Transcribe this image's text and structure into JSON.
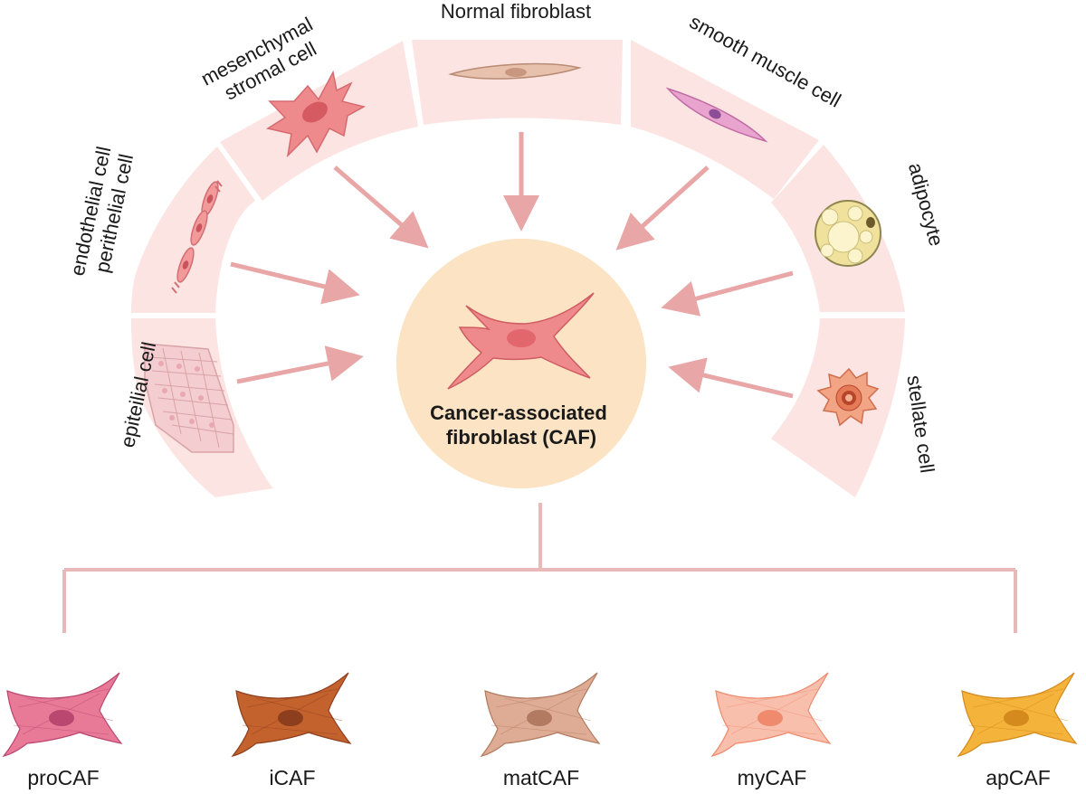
{
  "colors": {
    "panel": "#fbe4e2",
    "arrow": "#e8a6a6",
    "connector": "#e9b9b9",
    "center_disc": "#fbe3c4",
    "caf_cell": "#ef8a8c",
    "caf_nucleus": "#e2676c"
  },
  "sources": [
    {
      "id": "epithelial",
      "label": "epiteilial cell",
      "icon": "epithelial-sheet-icon"
    },
    {
      "id": "endothelial",
      "label_lines": [
        "endothelial cell",
        "perithelial cell"
      ],
      "icon": "endothelial-cells-icon"
    },
    {
      "id": "mesenchymal",
      "label_lines": [
        "mesenchymal",
        "stromal cell"
      ],
      "icon": "mesenchymal-cell-icon",
      "color": "#ef8a8c"
    },
    {
      "id": "normal-fibroblast",
      "label": "Normal fibroblast",
      "icon": "normal-fibroblast-icon",
      "color": "#e8c1ac"
    },
    {
      "id": "smooth-muscle",
      "label": "smooth muscle cell",
      "icon": "smooth-muscle-cell-icon",
      "color": "#e9a3cf"
    },
    {
      "id": "adipocyte",
      "label": "adipocyte",
      "icon": "adipocyte-icon",
      "color": "#f0e19c"
    },
    {
      "id": "stellate",
      "label": "stellate cell",
      "icon": "stellate-cell-icon",
      "color": "#f2a585"
    }
  ],
  "center": {
    "label_lines": [
      "Cancer-associated",
      "fibroblast (CAF)"
    ],
    "icon": "caf-cell-icon"
  },
  "subtypes": [
    {
      "id": "procaf",
      "label": "proCAF",
      "icon": "procaf-cell-icon",
      "color": "#e87a98",
      "nucleus": "#b9476f"
    },
    {
      "id": "icaf",
      "label": "iCAF",
      "icon": "icaf-cell-icon",
      "color": "#c4622e",
      "nucleus": "#8d3e1d"
    },
    {
      "id": "matcaf",
      "label": "matCAF",
      "icon": "matcaf-cell-icon",
      "color": "#deac94",
      "nucleus": "#b27a61"
    },
    {
      "id": "mycaf",
      "label": "myCAF",
      "icon": "mycaf-cell-icon",
      "color": "#f8bfad",
      "nucleus": "#ef8a6d"
    },
    {
      "id": "apcaf",
      "label": "apCAF",
      "icon": "apcaf-cell-icon",
      "color": "#f4b33a",
      "nucleus": "#d48a1c"
    }
  ]
}
